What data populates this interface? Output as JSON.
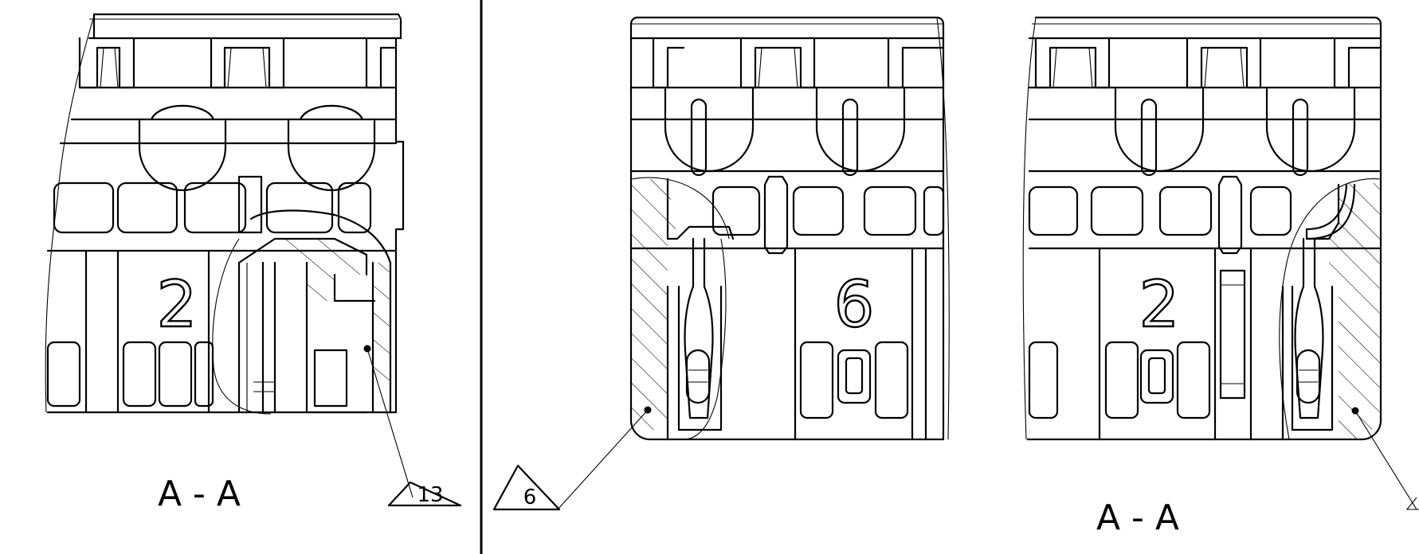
{
  "sheet": {
    "ink": "#000000",
    "paper": "#ffffff"
  },
  "views": {
    "left": {
      "section_label": "A - A",
      "contact_number": "2",
      "callout": "13"
    },
    "middle": {
      "contact_number": "6",
      "callout": "6"
    },
    "right": {
      "section_label": "A - A",
      "contact_number": "2"
    }
  }
}
